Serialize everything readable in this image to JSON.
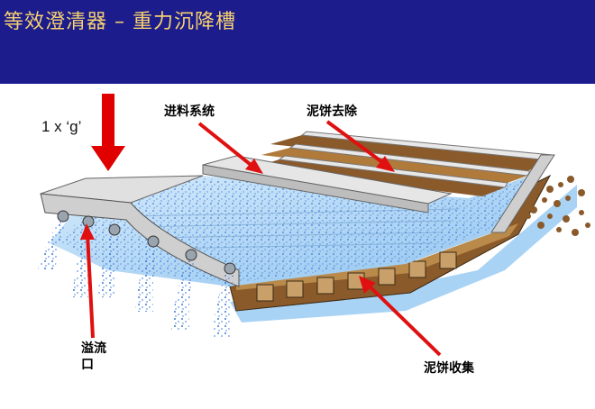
{
  "header": {
    "title": "等效澄清器 – 重力沉降槽",
    "bg": "#1c1c8c",
    "title_color": "#f5d070"
  },
  "gforce": {
    "text": "1 x ‘g’",
    "arrow_color": "#e00000"
  },
  "labels": {
    "feed": "进料系统",
    "cake_removal": "泥饼去除",
    "overflow_line1": "溢流",
    "overflow_line2": "口",
    "cake_collection": "泥饼收集"
  },
  "colors": {
    "water": "#9cc8f0",
    "cake": "#8a5a2a",
    "tank": "#d6d6d6",
    "pointer": "#e01010"
  }
}
